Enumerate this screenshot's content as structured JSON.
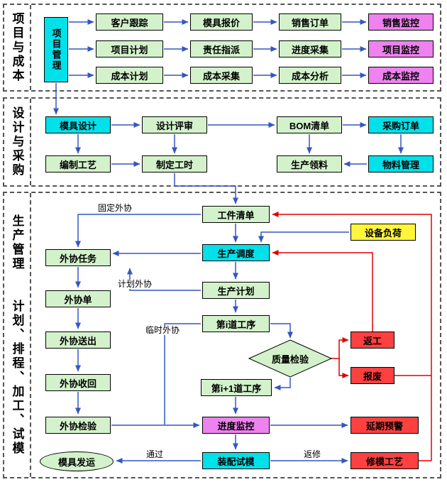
{
  "sections": [
    {
      "label": "项目与成本"
    },
    {
      "label": "设计与采购"
    },
    {
      "label": "生产管理　　计划、排程、加工、试模"
    }
  ],
  "nodes": {
    "project_mgmt": "项目管理",
    "customer_tracking": "客户跟踪",
    "mold_quote": "模具报价",
    "sales_order": "销售订单",
    "sales_monitor": "销售监控",
    "project_plan": "项目计划",
    "duty_assign": "责任指派",
    "progress_collect": "进度采集",
    "project_monitor": "项目监控",
    "cost_plan": "成本计划",
    "cost_collect": "成本采集",
    "cost_analysis": "成本分析",
    "cost_monitor": "成本监控",
    "mold_design": "模具设计",
    "design_review": "设计评审",
    "bom_list": "BOM清单",
    "purchase_order": "采购订单",
    "process_prep": "编制工艺",
    "work_hours": "制定工时",
    "material_issue": "生产领料",
    "material_mgmt": "物料管理",
    "workpiece_list": "工件清单",
    "equipment_load": "设备负荷",
    "prod_dispatch": "生产调度",
    "outsourcing_task": "外协任务",
    "prod_plan": "生产计划",
    "outsourcing_order": "外协单",
    "process_i": "第i道工序",
    "quality_check": "质量检验",
    "rework": "返工",
    "scrap": "报废",
    "outsourcing_send": "外协送出",
    "process_i1": "第i+1道工序",
    "outsourcing_return": "外协收回",
    "outsourcing_inspect": "外协检验",
    "progress_monitor": "进度监控",
    "delay_warning": "延期预警",
    "assembly_trial": "装配试模",
    "mold_repair": "修模工艺",
    "mold_ship": "模具发运"
  },
  "edge_labels": {
    "fixed_outsourcing": "固定外协",
    "planned_outsourcing": "计划外协",
    "temp_outsourcing": "临时外协",
    "pass": "通过",
    "repair": "返修"
  },
  "colors": {
    "node_green": "#d3f2cb",
    "node_cyan": "#00e1ea",
    "node_magenta": "#ee82ee",
    "node_red": "#ff4040",
    "node_yellow": "#fff53a",
    "line_blue": "#3457c0",
    "line_red": "#e00000"
  }
}
